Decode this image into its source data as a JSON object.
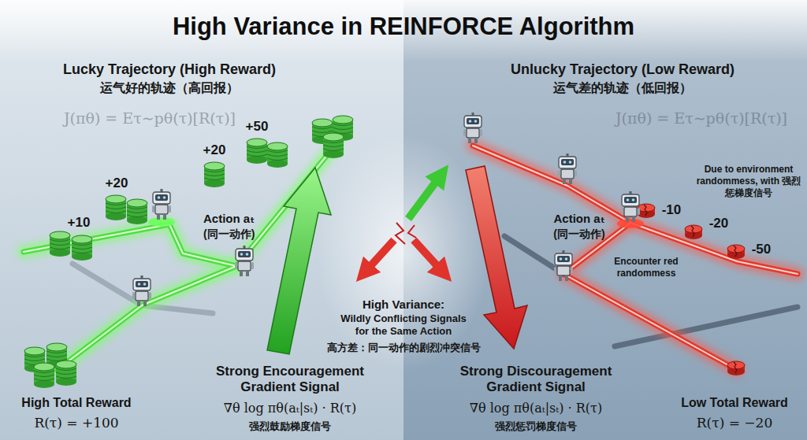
{
  "diagram": {
    "title": "High Variance in REINFORCE Algorithm",
    "nodes": [
      {
        "text": [
          "Lucky Trajectory (High Reward)",
          "运气好的轨迹（高回报）"
        ]
      },
      {
        "text": [
          "Unlucky Trajectory (Low Reward)",
          "运气差的轨迹（低回报）"
        ]
      }
    ],
    "labels": [
      "J(πθ) = Eτ∼pθ(τ)[R(τ)]",
      "+10",
      "+20",
      "+20",
      "+50",
      "Action aₜ",
      "(同一动作)",
      "High Total Reward",
      "R(τ) = +100",
      "Strong Encouragement Gradient Signal",
      "∇θ log πθ(aₜ|sₜ) · R(τ)",
      "强烈鼓励梯度信号",
      "High Variance:",
      "Wildly Conflicting Signals for the Same Action",
      "高方差：同一动作的剧烈冲突信号",
      "J(πθ) = Eτ∼pθ(τ)[R(τ)]",
      "Due to environment randommess, with 强烈惩梯度信号",
      "-10",
      "-20",
      "-50",
      "Action aₜ",
      "(同一动作)",
      "Encounter red randommess",
      "Strong Discouragement Gradient Signal",
      "∇θ log πθ(aₜ|sₜ) · R(τ)",
      "强烈惩罚梯度信号",
      "Low Total Reward",
      "R(τ) = −20"
    ]
  }
}
